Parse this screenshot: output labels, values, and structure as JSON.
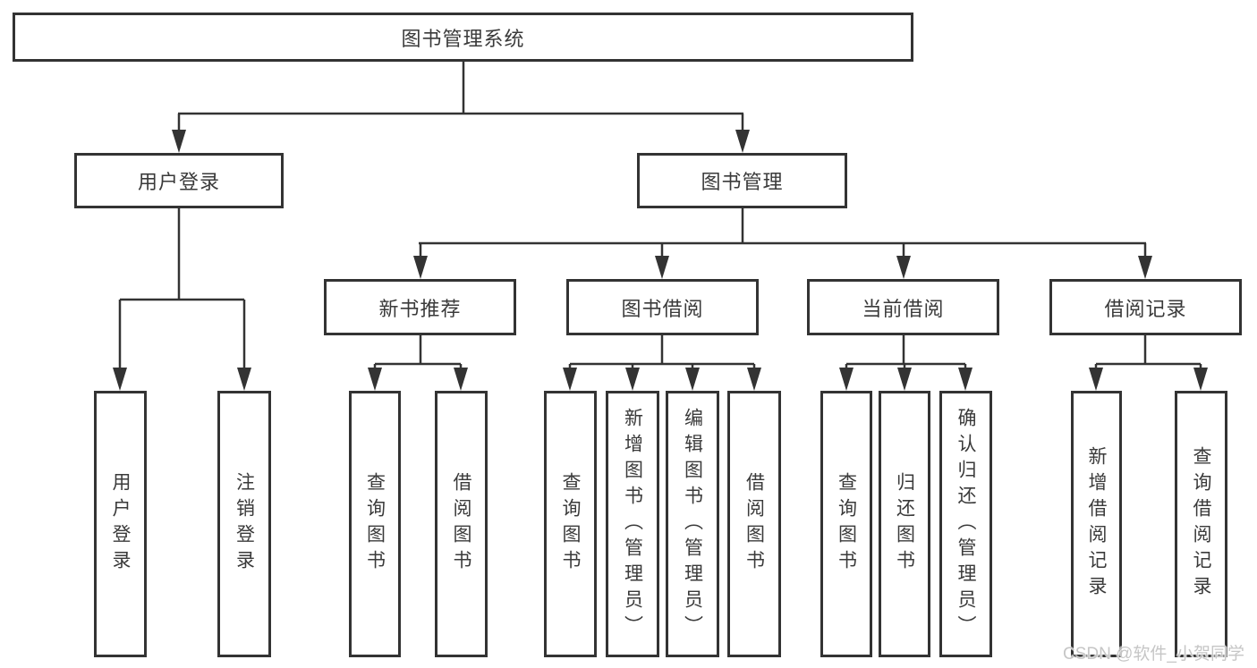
{
  "diagram": {
    "root": {
      "label": "图书管理系统"
    },
    "branches": [
      {
        "label": "用户登录",
        "children": [
          {
            "label": "用户登录"
          },
          {
            "label": "注销登录"
          }
        ]
      },
      {
        "label": "图书管理",
        "children": [
          {
            "label": "新书推荐",
            "children": [
              {
                "label": "查询图书"
              },
              {
                "label": "借阅图书"
              }
            ]
          },
          {
            "label": "图书借阅",
            "children": [
              {
                "label": "查询图书"
              },
              {
                "label": "新增图书（管理员）"
              },
              {
                "label": "编辑图书（管理员）"
              },
              {
                "label": "借阅图书"
              }
            ]
          },
          {
            "label": "当前借阅",
            "children": [
              {
                "label": "查询图书"
              },
              {
                "label": "归还图书"
              },
              {
                "label": "确认归还（管理员）"
              }
            ]
          },
          {
            "label": "借阅记录",
            "children": [
              {
                "label": "新增借阅记录"
              },
              {
                "label": "查询借阅记录"
              }
            ]
          }
        ]
      }
    ]
  },
  "watermark": {
    "text": "CSDN @软件_小贺同学"
  },
  "colors": {
    "line": "#333333",
    "box_border": "#333333",
    "text": "#3a3a3a",
    "background": "#ffffff",
    "watermark": "#c6c6c6"
  }
}
